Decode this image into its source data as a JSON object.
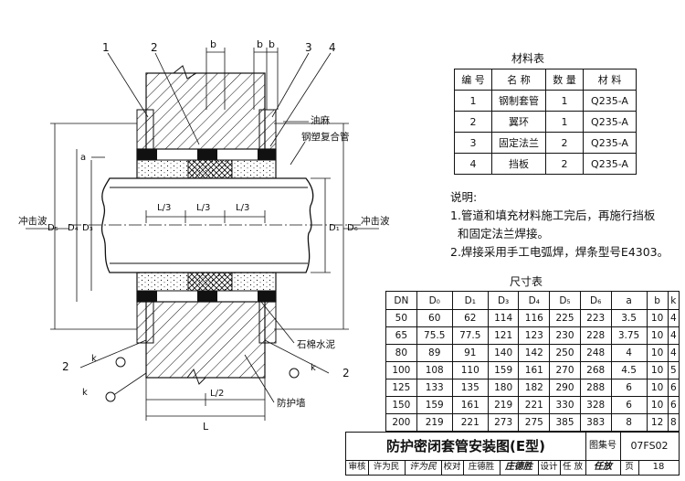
{
  "drawing": {
    "labels": {
      "n1": "1",
      "n2": "2",
      "n3": "3",
      "n4": "4",
      "b": "b",
      "oil_hemp": "油麻",
      "steel_plastic_pipe": "钢塑复合管",
      "asbestos_cement": "石棉水泥",
      "protective_wall": "防护墙",
      "shock_wave_left": "冲击波",
      "shock_wave_right": "冲击波",
      "a": "a",
      "d5": "D₅",
      "d4": "D₄",
      "d3": "D₃",
      "d1": "D₁",
      "d6": "D₆",
      "l3a": "L/3",
      "l3b": "L/3",
      "l3c": "L/3",
      "l2": "L/2",
      "l": "L",
      "k1": "k",
      "k2": "k",
      "k3": "k",
      "callout2_left": "2",
      "callout2_right": "2"
    }
  },
  "materials": {
    "title": "材料表",
    "headers": [
      "编 号",
      "名  称",
      "数 量",
      "材  料"
    ],
    "rows": [
      [
        "1",
        "钢制套管",
        "1",
        "Q235-A"
      ],
      [
        "2",
        "翼环",
        "1",
        "Q235-A"
      ],
      [
        "3",
        "固定法兰",
        "2",
        "Q235-A"
      ],
      [
        "4",
        "挡板",
        "2",
        "Q235-A"
      ]
    ]
  },
  "notes": {
    "title": "说明:",
    "lines": [
      "1.管道和填充材料施工完后，再施行挡板",
      "和固定法兰焊接。",
      "2.焊接采用手工电弧焊，焊条型号E4303。"
    ]
  },
  "dimensions": {
    "title": "尺寸表",
    "headers": [
      "DN",
      "D₀",
      "D₁",
      "D₃",
      "D₄",
      "D₅",
      "D₆",
      "a",
      "b",
      "k"
    ],
    "rows": [
      [
        "50",
        "60",
        "62",
        "114",
        "116",
        "225",
        "223",
        "3.5",
        "10",
        "4"
      ],
      [
        "65",
        "75.5",
        "77.5",
        "121",
        "123",
        "230",
        "228",
        "3.75",
        "10",
        "4"
      ],
      [
        "80",
        "89",
        "91",
        "140",
        "142",
        "250",
        "248",
        "4",
        "10",
        "4"
      ],
      [
        "100",
        "108",
        "110",
        "159",
        "161",
        "270",
        "268",
        "4.5",
        "10",
        "5"
      ],
      [
        "125",
        "133",
        "135",
        "180",
        "182",
        "290",
        "288",
        "6",
        "10",
        "6"
      ],
      [
        "150",
        "159",
        "161",
        "219",
        "221",
        "330",
        "328",
        "6",
        "10",
        "6"
      ],
      [
        "200",
        "219",
        "221",
        "273",
        "275",
        "385",
        "383",
        "8",
        "12",
        "8"
      ]
    ]
  },
  "titleblock": {
    "title": "防护密闭套管安装图(E型)",
    "atlas_label": "图集号",
    "atlas_no": "07FS02",
    "review": "审核",
    "review_name": "许为民",
    "review_sig": "许为民",
    "check": "校对",
    "check_name": "庄德胜",
    "check_sig": "庄德胜",
    "design": "设计",
    "design_name": "任 放",
    "design_sig": "任放",
    "page_label": "页",
    "page_no": "18"
  }
}
